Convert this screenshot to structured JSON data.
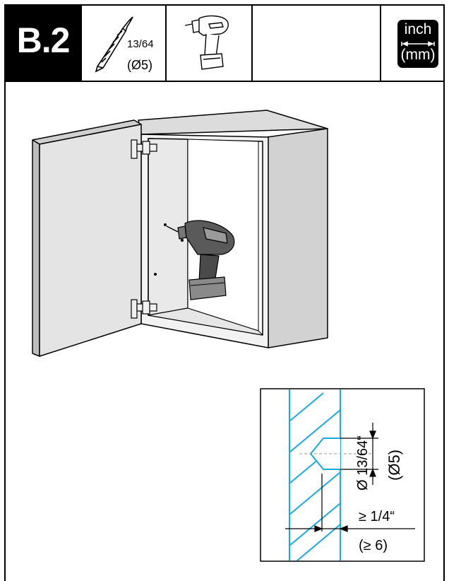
{
  "header": {
    "step": "B.2",
    "drill_bit": {
      "size_inch": "13/64",
      "size_mm": "(Ø5)",
      "icon": "drill-bit-icon"
    },
    "tool": {
      "icon": "cordless-drill-icon"
    },
    "units": {
      "top": "inch",
      "bottom": "(mm)",
      "icon": "unit-arrow-icon"
    }
  },
  "illustration": {
    "description_icon": "cabinet-drilling-illustration",
    "detail": {
      "hole_diameter_inch": "Ø 13/64“",
      "hole_diameter_mm": "(Ø5)",
      "min_distance_inch": "≥ 1/4“",
      "min_distance_mm": "(≥ 6)"
    }
  },
  "colors": {
    "accent": "#1aa9e0",
    "ink": "#000000",
    "panel": "#e4e4e4"
  }
}
